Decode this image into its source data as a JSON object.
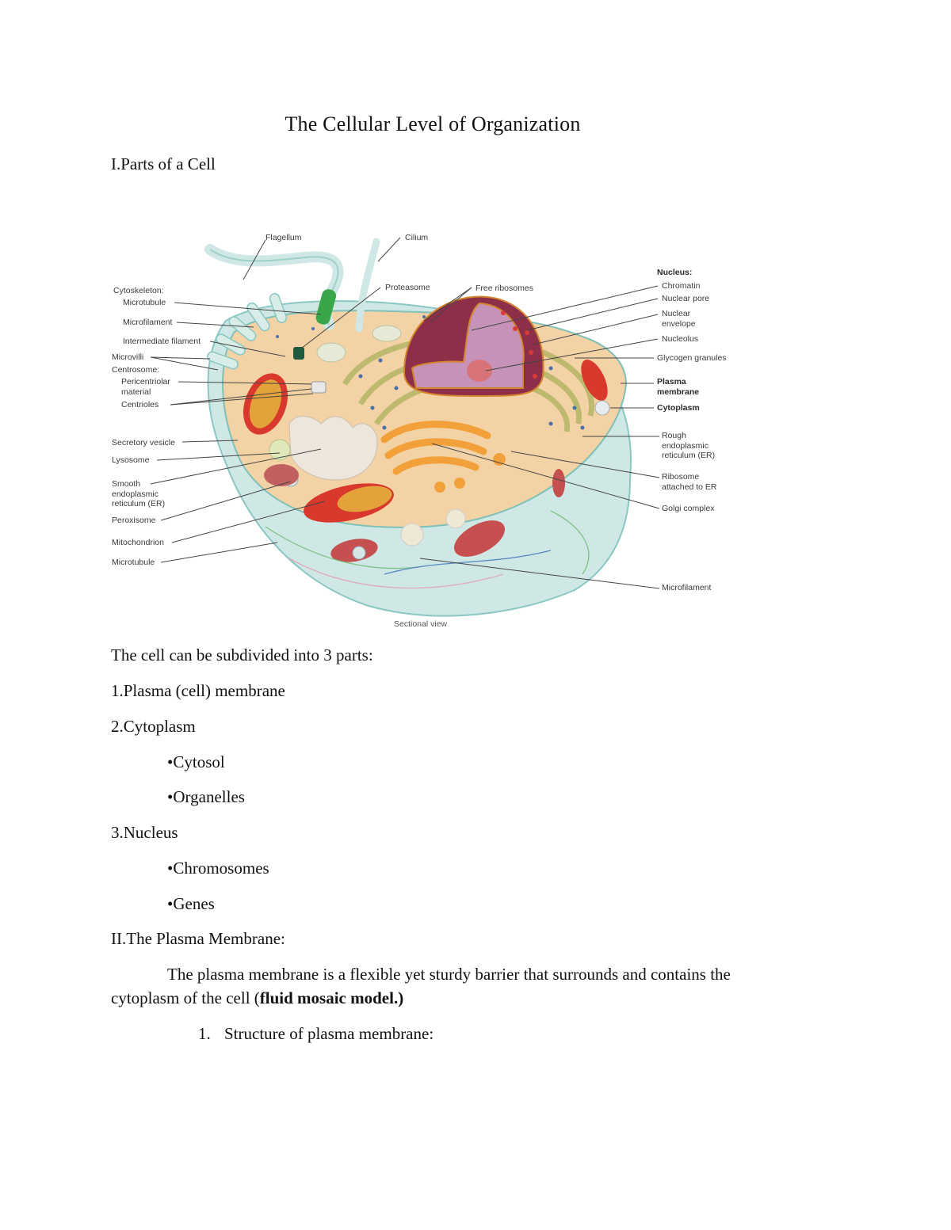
{
  "document": {
    "title": "The Cellular Level of Organization",
    "section1_heading": "I.Parts of a Cell",
    "figure": {
      "caption": "Sectional view",
      "labels_left": [
        {
          "text": "Cytoskeleton:",
          "bold": false
        },
        {
          "text": "Microtubule"
        },
        {
          "text": "Microfilament"
        },
        {
          "text": "Intermediate filament"
        },
        {
          "text": "Microvilli"
        },
        {
          "text": "Centrosome:"
        },
        {
          "text": "Pericentriolar\nmaterial"
        },
        {
          "text": "Centrioles"
        },
        {
          "text": "Secretory vesicle"
        },
        {
          "text": "Lysosome"
        },
        {
          "text": "Smooth\nendoplasmic\nreticulum (ER)"
        },
        {
          "text": "Peroxisome"
        },
        {
          "text": "Mitochondrion"
        },
        {
          "text": "Microtubule"
        }
      ],
      "labels_top": [
        {
          "text": "Flagellum"
        },
        {
          "text": "Cilium"
        },
        {
          "text": "Proteasome"
        },
        {
          "text": "Free ribosomes"
        }
      ],
      "labels_right": [
        {
          "text": "Nucleus:",
          "bold": true
        },
        {
          "text": "Chromatin"
        },
        {
          "text": "Nuclear pore"
        },
        {
          "text": "Nuclear\nenvelope"
        },
        {
          "text": "Nucleolus"
        },
        {
          "text": "Glycogen granules"
        },
        {
          "text": "Plasma\nmembrane",
          "bold": true
        },
        {
          "text": "Cytoplasm",
          "bold": true
        },
        {
          "text": "Rough\nendoplasmic\nreticulum (ER)"
        },
        {
          "text": "Ribosome\nattached to ER"
        },
        {
          "text": "Golgi complex"
        },
        {
          "text": "Microfilament"
        }
      ]
    },
    "intro": "The cell can be subdivided into 3 parts:",
    "parts": [
      {
        "label": "1.Plasma (cell) membrane",
        "sub": []
      },
      {
        "label": "2.Cytoplasm",
        "sub": [
          "•Cytosol",
          "•Organelles"
        ]
      },
      {
        "label": "3.Nucleus",
        "sub": [
          "•Chromosomes",
          "•Genes"
        ]
      }
    ],
    "section2_heading": "II.The Plasma Membrane:",
    "paragraph": {
      "line1": "The plasma membrane is a flexible yet sturdy barrier that surrounds and contains the",
      "line2_prefix": "cytoplasm of the cell (",
      "line2_bold": "fluid mosaic model.",
      "line2_suffix": ")"
    },
    "numbered_item": {
      "number": "1.",
      "text": "Structure of plasma membrane:"
    }
  },
  "colors": {
    "cytoplasm": "#f3d3a6",
    "membrane_outer": "#cfe8e6",
    "nucleus": "#8e2f4a",
    "nucleoplasm": "#c692b8",
    "golgi": "#f2a13a",
    "mitochondrion": "#d8392c",
    "er": "#b8b86a",
    "ribosome": "#4a6fb0"
  }
}
